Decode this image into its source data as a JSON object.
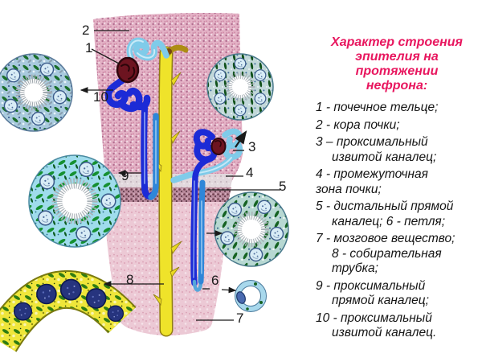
{
  "panel": {
    "title_lines": [
      "Характер строения",
      "эпителия на",
      "протяжении",
      "нефрона:"
    ],
    "title_color": "#e8175f",
    "items": [
      [
        "1 - почечное тельце;"
      ],
      [
        "2 - кора почки;"
      ],
      [
        "3 – проксимальный",
        "извитой каналец;"
      ],
      [
        "4 - промежуточная",
        "зона почки;"
      ],
      [
        "5 - дистальный прямой",
        "каналец; 6 - петля;"
      ],
      [
        "7 - мозговое вещество;",
        "8 - собирательная",
        "трубка;"
      ],
      [
        "9 - проксимальный",
        "прямой каналец;"
      ],
      [
        "10 - проксимальный",
        "извитой каналец."
      ]
    ]
  },
  "diagram": {
    "labels": {
      "n1": "1",
      "n2": "2",
      "n3": "3",
      "n4": "4",
      "n5": "5",
      "n6": "6",
      "n7": "7",
      "n8": "8",
      "n9": "9",
      "n10": "10"
    },
    "colors": {
      "cortex_pink": "#e3b1c5",
      "medulla_pink": "#ecc9d5",
      "tubule_dark_blue": "#1c2bd6",
      "tubule_medium_blue": "#2f86d8",
      "tubule_light_blue": "#7fcbe9",
      "collecting_duct_yellow": "#efe32a",
      "glomerulus_red": "#6d1420",
      "callout_line": "#1a1a1a"
    }
  }
}
